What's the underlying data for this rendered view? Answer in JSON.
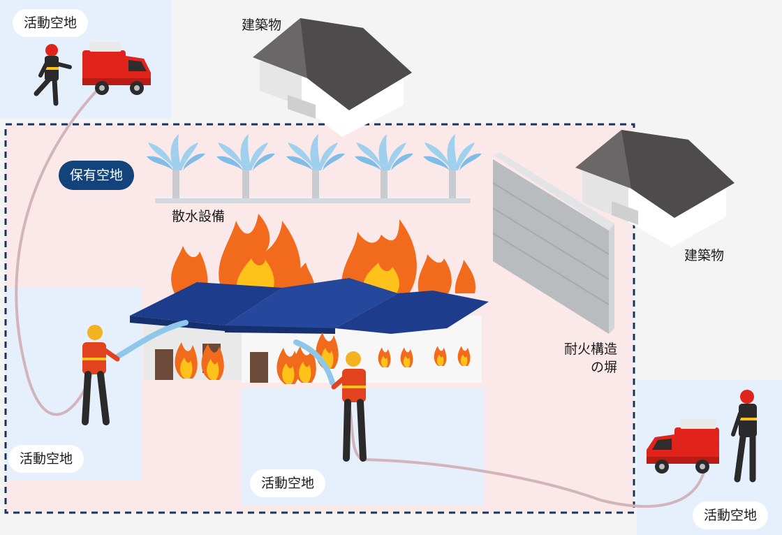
{
  "labels": {
    "activity_space_top_left": "活動空地",
    "activity_space_left": "活動空地",
    "activity_space_center": "活動空地",
    "activity_space_bottom_right": "活動空地",
    "retained_space": "保有空地",
    "building_top": "建築物",
    "building_right": "建築物",
    "sprinkler": "散水設備",
    "firewall_line1": "耐火構造",
    "firewall_line2": "の塀"
  },
  "colors": {
    "retained_zone": "#fbe9ea",
    "activity_zone": "#e6effc",
    "dashed_border": "#16355f",
    "badge_blue": "#12437a",
    "roof_blue": "#1e3c8c",
    "flame_orange": "#f26a1b",
    "flame_yellow": "#ffc21a",
    "water": "#8fc7ea",
    "hose": "#d2b5ba",
    "truck_red": "#e0241b",
    "roof_gray": "#5b5859"
  }
}
